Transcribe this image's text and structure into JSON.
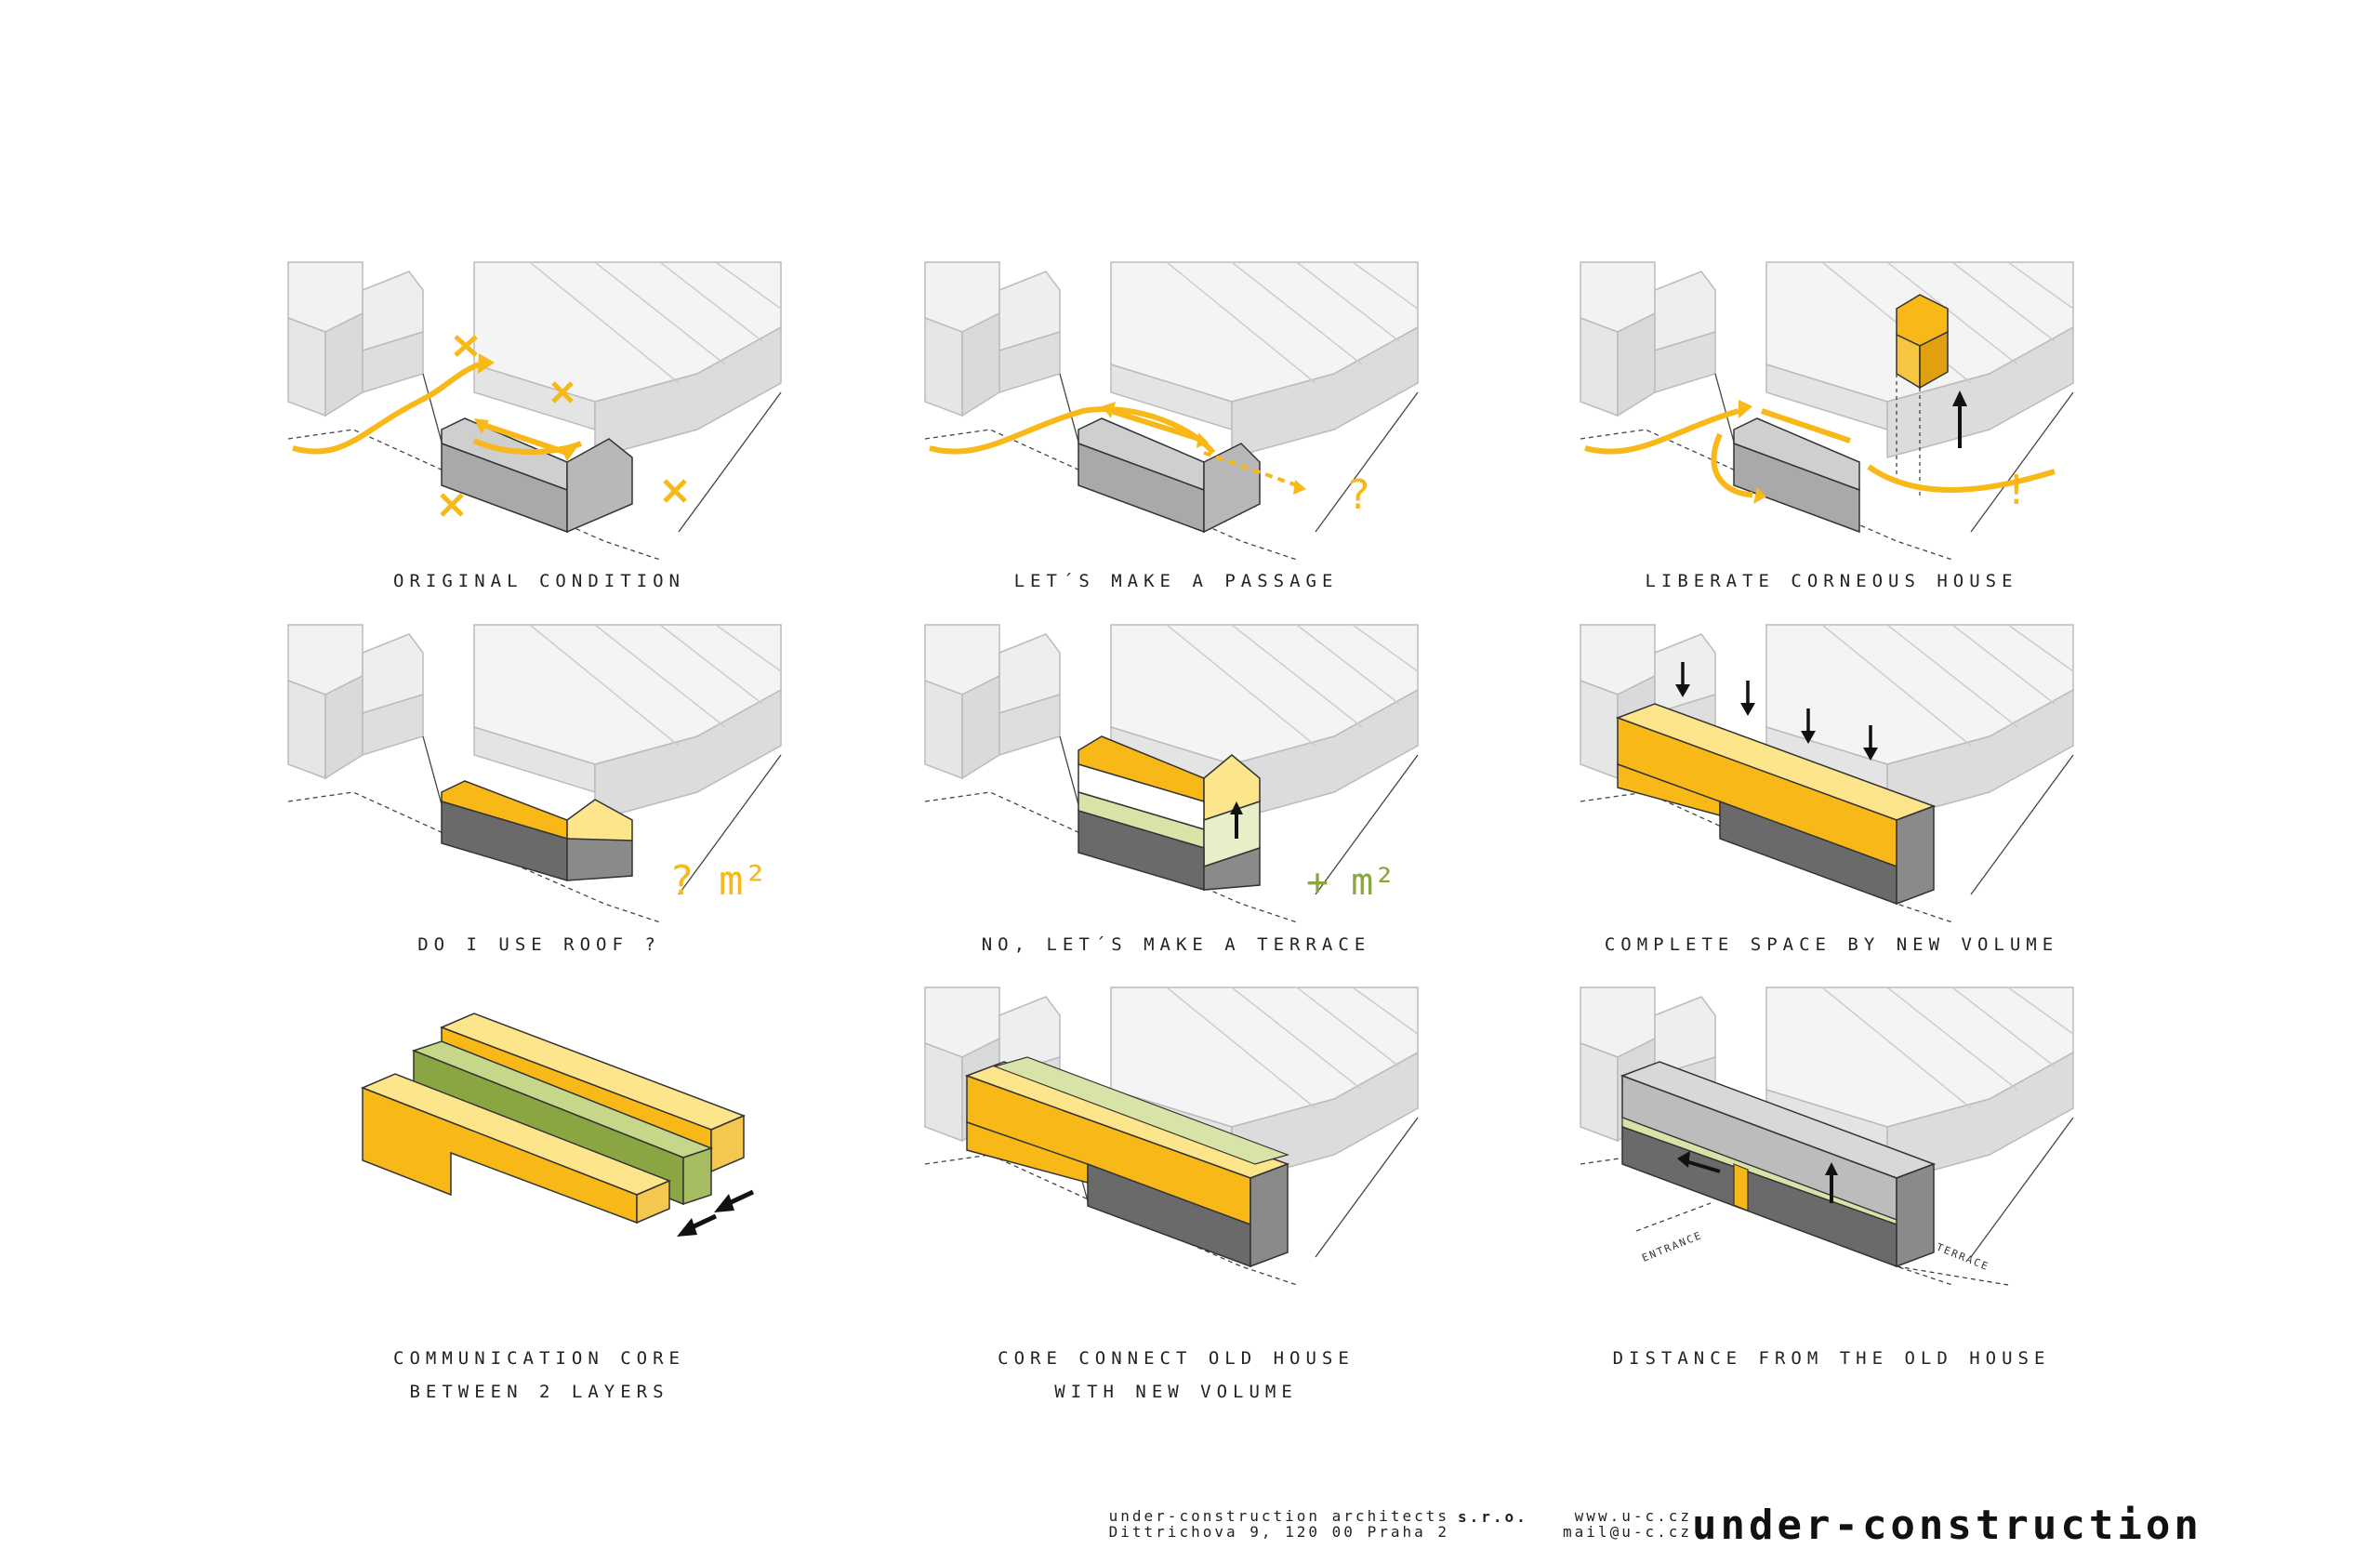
{
  "colors": {
    "yellow": "#f8b818",
    "light_yellow": "#fde58c",
    "green": "#8aa642",
    "light_green": "#d8e3a8",
    "gray_dark": "#6a6a6a",
    "gray_light": "#eeeeee",
    "line": "#555555"
  },
  "panels": [
    {
      "id": "p1",
      "caption": [
        "ORIGINAL CONDITION"
      ]
    },
    {
      "id": "p2",
      "caption": [
        "LET´S MAKE A PASSAGE"
      ]
    },
    {
      "id": "p3",
      "caption": [
        "LIBERATE CORNEOUS HOUSE"
      ]
    },
    {
      "id": "p4",
      "caption": [
        "DO I USE ROOF ?"
      ]
    },
    {
      "id": "p5",
      "caption": [
        "NO, LET´S MAKE A TERRACE"
      ]
    },
    {
      "id": "p6",
      "caption": [
        "COMPLETE SPACE BY NEW VOLUME"
      ]
    },
    {
      "id": "p7",
      "caption": [
        "COMMUNICATION CORE",
        "BETWEEN 2 LAYERS"
      ]
    },
    {
      "id": "p8",
      "caption": [
        "CORE CONNECT OLD HOUSE",
        "WITH NEW VOLUME"
      ]
    },
    {
      "id": "p9",
      "caption": [
        "DISTANCE FROM THE OLD HOUSE"
      ]
    }
  ],
  "annotations": {
    "question_mark": "?",
    "exclamation": "!",
    "roof_area": "? m²",
    "terrace_area": "+ m²",
    "entrance_label": "ENTRANCE",
    "terrace_label": "TERRACE"
  },
  "footer": {
    "company": "under-construction architects",
    "legal": "s.r.o.",
    "address": "Dittrichova 9, 120 00 Praha 2",
    "web": "www.u-c.cz",
    "email": "mail@u-c.cz",
    "logo": "under-construction"
  }
}
